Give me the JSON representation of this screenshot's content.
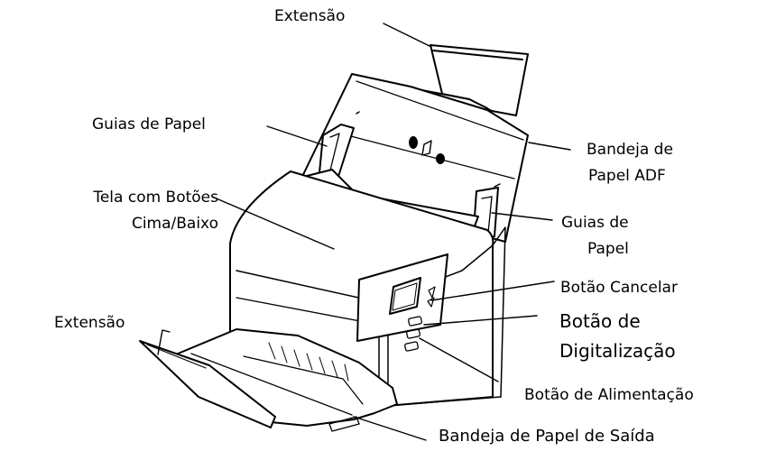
{
  "labels": {
    "extension_top": "Extensão",
    "paper_guides_left": "Guias de Papel",
    "adf_tray_line1": "Bandeja de",
    "adf_tray_line2": "Papel ADF",
    "display_line1": "Tela com Botões",
    "display_line2": "Cima/Baixo",
    "paper_guides_right_line1": "Guias de",
    "paper_guides_right_line2": "Papel",
    "cancel_button": "Botão Cancelar",
    "scan_button_line1": "Botão de",
    "scan_button_line2": "Digitalização",
    "extension_bottom": "Extensão",
    "power_button": "Botão de Alimentação",
    "output_tray": "Bandeja de Papel de Saída"
  }
}
